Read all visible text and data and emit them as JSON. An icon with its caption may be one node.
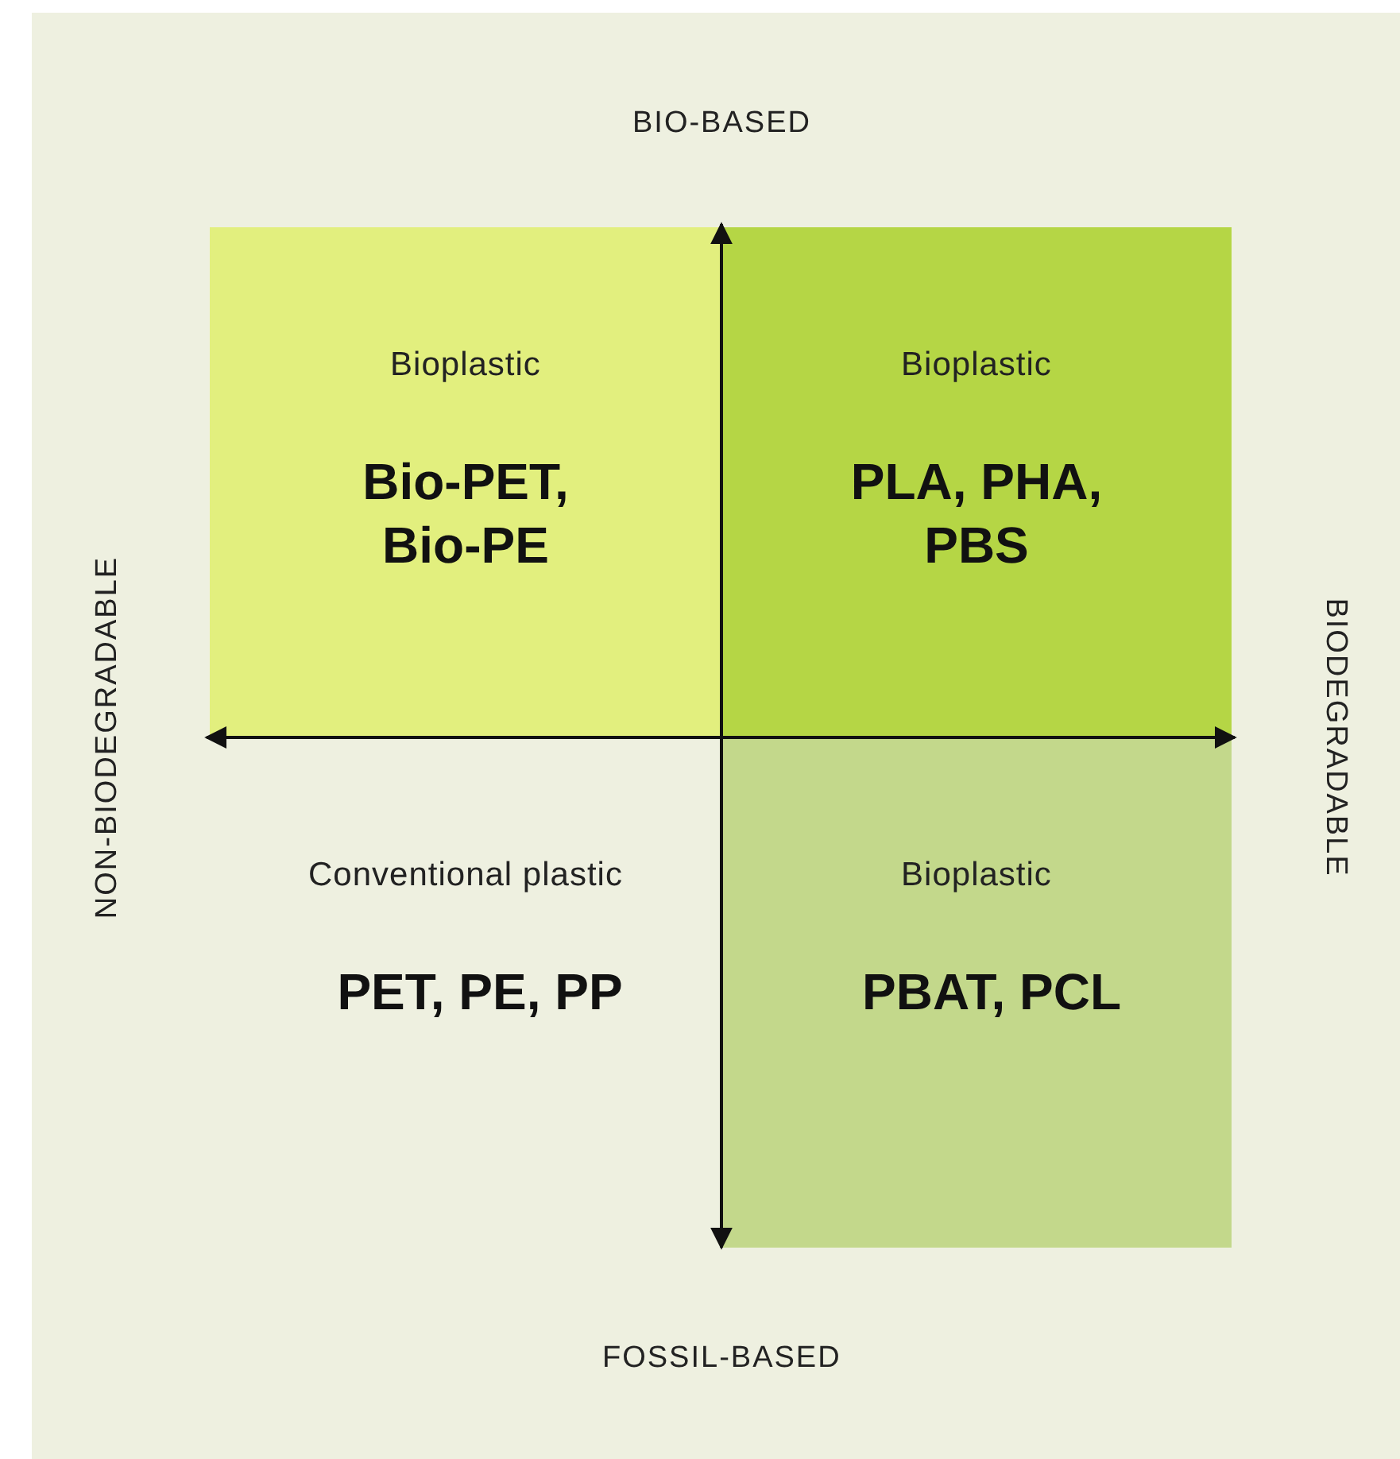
{
  "diagram": {
    "nodes": [
      {
        "text": [
          "Bioplastic",
          "Bio-PET, Bio-PE"
        ]
      },
      {
        "text": [
          "Bioplastic",
          "PLA, PHA, PBS"
        ]
      },
      {
        "text": [
          "Conventional plastic",
          "PET, PE, PP"
        ]
      },
      {
        "text": [
          "Bioplastic",
          "PBAT, PCL"
        ]
      }
    ],
    "labels": [
      "BIO-BASED",
      "NON-BIODEGRADABLE",
      "BIODEGRADABLE",
      "FOSSIL-BASED"
    ]
  }
}
